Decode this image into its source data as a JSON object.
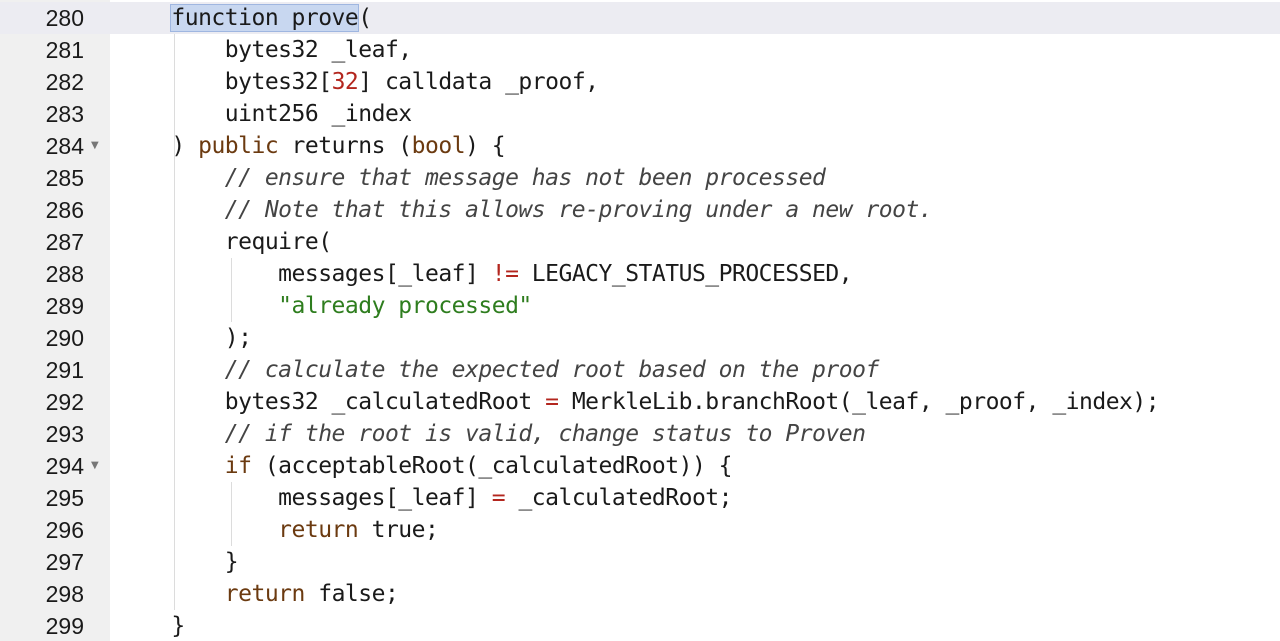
{
  "editor": {
    "current_line": 280,
    "lines": [
      {
        "n": "280",
        "fold": false,
        "current": true,
        "tokens": [
          {
            "t": "    "
          },
          {
            "t": "function prove",
            "c": "selected"
          },
          {
            "t": "("
          }
        ]
      },
      {
        "n": "281",
        "fold": false,
        "tokens": [
          {
            "t": "        bytes32 _leaf,"
          }
        ]
      },
      {
        "n": "282",
        "fold": false,
        "tokens": [
          {
            "t": "        bytes32["
          },
          {
            "t": "32",
            "c": "number"
          },
          {
            "t": "] calldata _proof,"
          }
        ]
      },
      {
        "n": "283",
        "fold": false,
        "tokens": [
          {
            "t": "        uint256 _index"
          }
        ]
      },
      {
        "n": "284",
        "fold": true,
        "tokens": [
          {
            "t": "    ) "
          },
          {
            "t": "public",
            "c": "keyword"
          },
          {
            "t": " returns ("
          },
          {
            "t": "bool",
            "c": "type"
          },
          {
            "t": ") {"
          }
        ]
      },
      {
        "n": "285",
        "fold": false,
        "tokens": [
          {
            "t": "        "
          },
          {
            "t": "// ensure that message has not been processed",
            "c": "comment"
          }
        ]
      },
      {
        "n": "286",
        "fold": false,
        "tokens": [
          {
            "t": "        "
          },
          {
            "t": "// Note that this allows re-proving under a new root.",
            "c": "comment"
          }
        ]
      },
      {
        "n": "287",
        "fold": false,
        "tokens": [
          {
            "t": "        require("
          }
        ]
      },
      {
        "n": "288",
        "fold": false,
        "tokens": [
          {
            "t": "            messages[_leaf] "
          },
          {
            "t": "!=",
            "c": "operator"
          },
          {
            "t": " LEGACY_STATUS_PROCESSED,"
          }
        ]
      },
      {
        "n": "289",
        "fold": false,
        "tokens": [
          {
            "t": "            "
          },
          {
            "t": "\"already processed\"",
            "c": "string"
          }
        ]
      },
      {
        "n": "290",
        "fold": false,
        "tokens": [
          {
            "t": "        );"
          }
        ]
      },
      {
        "n": "291",
        "fold": false,
        "tokens": [
          {
            "t": "        "
          },
          {
            "t": "// calculate the expected root based on the proof",
            "c": "comment"
          }
        ]
      },
      {
        "n": "292",
        "fold": false,
        "tokens": [
          {
            "t": "        bytes32 _calculatedRoot "
          },
          {
            "t": "=",
            "c": "operator"
          },
          {
            "t": " MerkleLib.branchRoot(_leaf, _proof, _index);"
          }
        ]
      },
      {
        "n": "293",
        "fold": false,
        "tokens": [
          {
            "t": "        "
          },
          {
            "t": "// if the root is valid, change status to Proven",
            "c": "comment"
          }
        ]
      },
      {
        "n": "294",
        "fold": true,
        "tokens": [
          {
            "t": "        "
          },
          {
            "t": "if",
            "c": "keyword"
          },
          {
            "t": " (acceptableRoot(_calculatedRoot)) {"
          }
        ]
      },
      {
        "n": "295",
        "fold": false,
        "tokens": [
          {
            "t": "            messages[_leaf] "
          },
          {
            "t": "=",
            "c": "operator"
          },
          {
            "t": " _calculatedRoot;"
          }
        ]
      },
      {
        "n": "296",
        "fold": false,
        "tokens": [
          {
            "t": "            "
          },
          {
            "t": "return",
            "c": "keyword"
          },
          {
            "t": " true;"
          }
        ]
      },
      {
        "n": "297",
        "fold": false,
        "tokens": [
          {
            "t": "        }"
          }
        ]
      },
      {
        "n": "298",
        "fold": false,
        "tokens": [
          {
            "t": "        "
          },
          {
            "t": "return",
            "c": "keyword"
          },
          {
            "t": " false;"
          }
        ]
      },
      {
        "n": "299",
        "fold": false,
        "tokens": [
          {
            "t": "    }"
          }
        ]
      }
    ]
  },
  "icons": {
    "fold": "fold-arrow-icon"
  },
  "colors": {
    "comment": "#444444",
    "string": "#2e7d1e",
    "number": "#b3261e",
    "keyword": "#6b3a10",
    "gutter_bg": "#f0f0f0",
    "current_line_bg": "#ececf2",
    "selection_bg": "#c8d7f0"
  }
}
